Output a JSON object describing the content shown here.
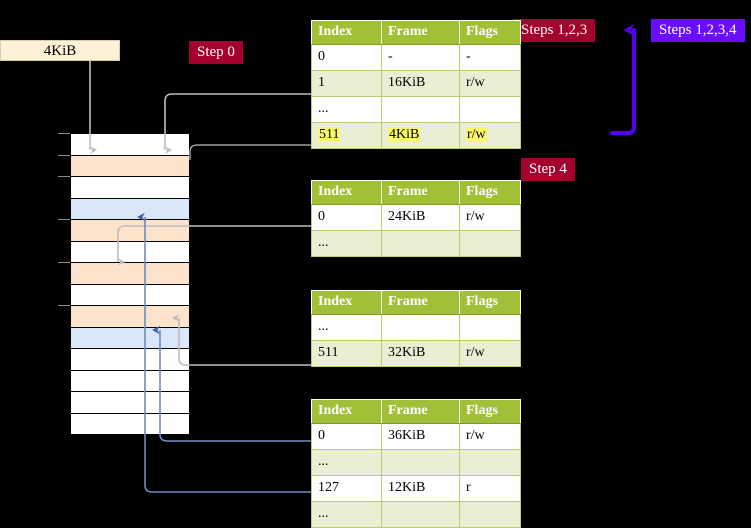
{
  "labels": {
    "kib_box": "4KiB",
    "step0": "Step 0",
    "steps123": "Steps 1,2,3",
    "steps1234": "Steps 1,2,3,4",
    "step4": "Step 4"
  },
  "colors": {
    "crimson": "#a3002b",
    "violet": "#6a0dff",
    "table_header": "#a2c037",
    "table_border": "#7d9b21",
    "row_alt": "#e9eed4",
    "highlight": "#fcf86a",
    "mem_peach": "#fde3cc",
    "mem_blue": "#d9e7f8",
    "kib_box": "#fdf2d8",
    "connector_grey": "#bdbdbd",
    "connector_blue": "#6d8cc0"
  },
  "tables": [
    {
      "id": "pml4",
      "headers": [
        "Index",
        "Frame",
        "Flags"
      ],
      "rows": [
        {
          "cells": [
            "0",
            "-",
            "-"
          ],
          "style": "plain",
          "highlight": false
        },
        {
          "cells": [
            "1",
            "16KiB",
            "r/w"
          ],
          "style": "alt",
          "highlight": false
        },
        {
          "cells": [
            "...",
            "",
            ""
          ],
          "style": "plain",
          "highlight": false
        },
        {
          "cells": [
            "511",
            "4KiB",
            "r/w"
          ],
          "style": "alt",
          "highlight": true
        }
      ]
    },
    {
      "id": "pdpt",
      "headers": [
        "Index",
        "Frame",
        "Flags"
      ],
      "rows": [
        {
          "cells": [
            "0",
            "24KiB",
            "r/w"
          ],
          "style": "plain",
          "highlight": false
        },
        {
          "cells": [
            "...",
            "",
            ""
          ],
          "style": "alt",
          "highlight": false
        }
      ]
    },
    {
      "id": "pd",
      "headers": [
        "Index",
        "Frame",
        "Flags"
      ],
      "rows": [
        {
          "cells": [
            "...",
            "",
            ""
          ],
          "style": "plain",
          "highlight": false
        },
        {
          "cells": [
            "511",
            "32KiB",
            "r/w"
          ],
          "style": "alt",
          "highlight": false
        }
      ]
    },
    {
      "id": "pt",
      "headers": [
        "Index",
        "Frame",
        "Flags"
      ],
      "rows": [
        {
          "cells": [
            "0",
            "36KiB",
            "r/w"
          ],
          "style": "plain",
          "highlight": false
        },
        {
          "cells": [
            "...",
            "",
            ""
          ],
          "style": "alt",
          "highlight": false
        },
        {
          "cells": [
            "127",
            "12KiB",
            "r"
          ],
          "style": "plain",
          "highlight": false
        },
        {
          "cells": [
            "...",
            "",
            ""
          ],
          "style": "alt",
          "highlight": false
        }
      ]
    }
  ],
  "memory_column": {
    "rows": [
      {
        "fill": "white"
      },
      {
        "fill": "peach"
      },
      {
        "fill": "white"
      },
      {
        "fill": "blue"
      },
      {
        "fill": "peach"
      },
      {
        "fill": "white"
      },
      {
        "fill": "peach"
      },
      {
        "fill": "white"
      },
      {
        "fill": "peach"
      },
      {
        "fill": "blue"
      },
      {
        "fill": "white"
      },
      {
        "fill": "white"
      },
      {
        "fill": "white"
      },
      {
        "fill": "white"
      }
    ]
  }
}
